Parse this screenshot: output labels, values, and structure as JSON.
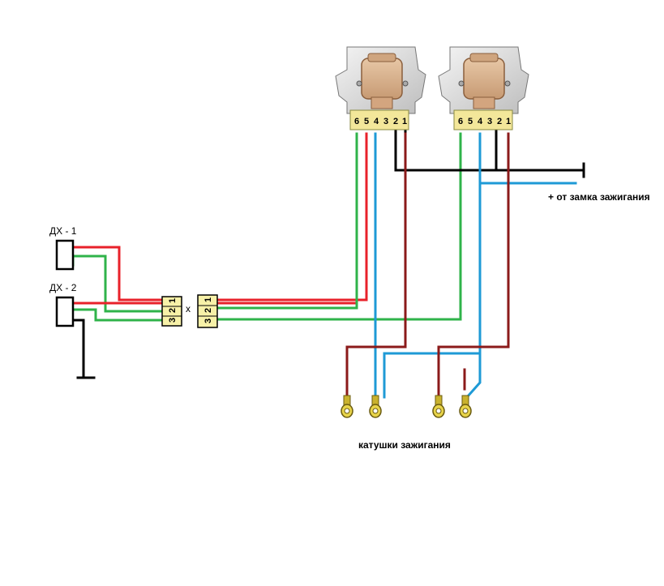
{
  "sensors": [
    {
      "label": "ДХ - 1"
    },
    {
      "label": "ДХ - 2"
    }
  ],
  "connector_left": {
    "pins": [
      "3",
      "2",
      "1"
    ]
  },
  "connector_right": {
    "pins": [
      "3",
      "2",
      "1"
    ]
  },
  "connector_join": "x",
  "switch_left": {
    "pins": [
      "6",
      "5",
      "4",
      "3",
      "2",
      "1"
    ]
  },
  "switch_right": {
    "pins": [
      "6",
      "5",
      "4",
      "3",
      "2",
      "1"
    ]
  },
  "ignition_label": "+ от замка зажигания",
  "coils_label": "катушки зажигания",
  "wire_colors": {
    "red": "#e8212a",
    "green": "#2fb34a",
    "blue": "#1e9ad6",
    "darkred": "#8b1a1a",
    "black": "#000000"
  }
}
